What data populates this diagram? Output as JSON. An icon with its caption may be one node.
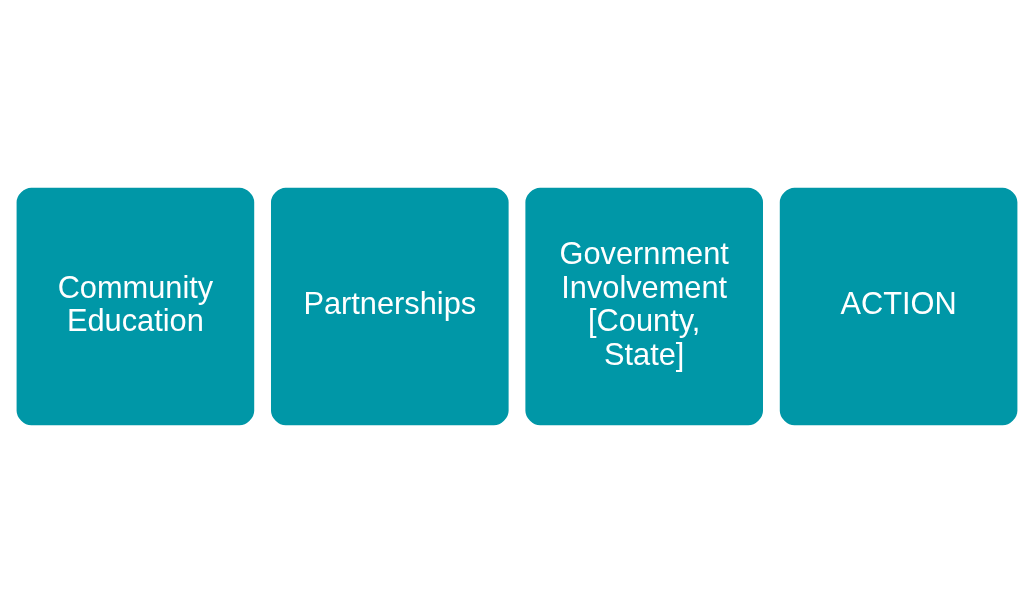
{
  "diagram": {
    "nodes": [
      {
        "text": [
          "Community Education"
        ]
      },
      {
        "text": [
          "Partnerships"
        ]
      },
      {
        "text": [
          "Government Involvement [County, State]"
        ]
      },
      {
        "text": [
          "ACTION"
        ]
      }
    ]
  }
}
